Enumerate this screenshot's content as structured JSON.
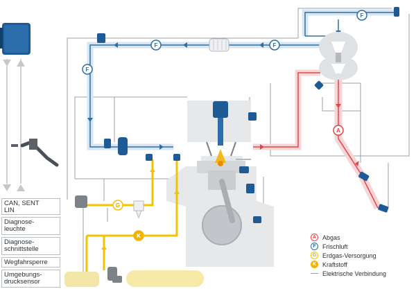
{
  "labels": {
    "can_bus": "CAN, SENT\nLIN",
    "diag_lamp": "Diagnose-\nleuchte",
    "diag_port": "Diagnose-\nschnittstelle",
    "immobilizer": "Wegfahrsperre",
    "ambient_sensor": "Umgebungs-\ndrucksensor"
  },
  "badges": {
    "fresh_air": "F",
    "exhaust": "A",
    "gas": "G",
    "fuel": "K"
  },
  "legend": {
    "exhaust": {
      "letter": "A",
      "label": "Abgas",
      "color": "#e0474c"
    },
    "fresh_air": {
      "letter": "F",
      "label": "Frischluft",
      "color": "#2e6fa3"
    },
    "gas": {
      "letter": "G",
      "label": "Erdgas-Versorgung",
      "color": "#f2c300"
    },
    "fuel": {
      "letter": "K",
      "label": "Kraftstoff",
      "color": "#f0b400"
    },
    "electric": {
      "label": "Elektrische Verbindung",
      "color": "#9aa0a6"
    }
  },
  "colors": {
    "fresh_air": "#2e6fa3",
    "fresh_air_halo": "#d7e6f2",
    "exhaust": "#e0474c",
    "exhaust_halo": "#f6d5d6",
    "gas": "#f2c300",
    "engine": "#e6e8ea",
    "ecu": "#1d5a96"
  }
}
